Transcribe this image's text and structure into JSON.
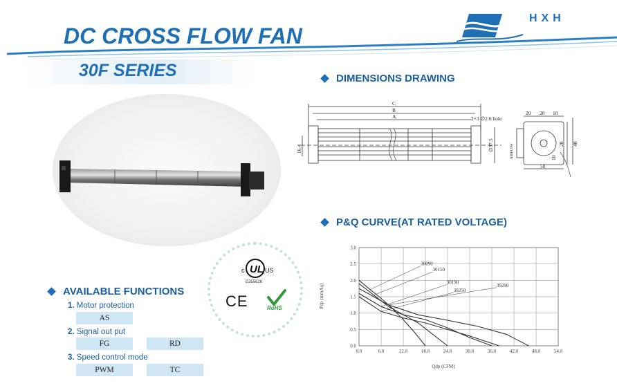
{
  "header": {
    "title": "DC CROSS FLOW FAN",
    "series": "30F SERIES",
    "brand": "HXH"
  },
  "sections": {
    "dimensions": "DIMENSIONS DRAWING",
    "curve": "P&Q  CURVE(AT RATED VOLTAGE)",
    "functions": "AVAILABLE FUNCTIONS"
  },
  "functions": [
    {
      "num": "1.",
      "label": "Motor protection",
      "options": [
        "AS"
      ]
    },
    {
      "num": "2.",
      "label": "Signal out put",
      "options": [
        "FG",
        "RD"
      ]
    },
    {
      "num": "3.",
      "label": "Speed control mode",
      "options": [
        "PWM",
        "TC"
      ]
    }
  ],
  "certs": {
    "ul_c": "c",
    "ul_us": "US",
    "ul_file": "E355626",
    "ce": "CE",
    "rohs": "RoHS"
  },
  "drawing": {
    "dim_c": "C",
    "dim_b": "B",
    "dim_a": "A",
    "hole_note": "2×3 ∅2.6 hole",
    "dia": "∅37.5",
    "left_h": "16.4",
    "airflow": "AIRFLOW",
    "side_top": [
      "20",
      "20",
      "10"
    ],
    "side_right": [
      "28",
      "48"
    ],
    "side_inner": "10",
    "side_bottom": "50"
  },
  "chart_data": {
    "type": "line",
    "xlabel": "Qdp (CFM)",
    "ylabel": "Pdp (mmAq)",
    "xlim": [
      0,
      54
    ],
    "ylim": [
      0,
      3.0
    ],
    "x_ticks": [
      "0.0",
      "6.0",
      "12.0",
      "18.0",
      "24.0",
      "30.0",
      "36.0",
      "42.0",
      "48.0",
      "54.0"
    ],
    "y_ticks": [
      "0.0",
      "0.5",
      "1.0",
      "1.5",
      "2.0",
      "2.5",
      "3.0"
    ],
    "grid": true,
    "series": [
      {
        "name": "30090",
        "x": [
          0,
          3,
          6,
          9,
          12,
          15,
          18
        ],
        "y": [
          2.0,
          1.72,
          1.45,
          1.15,
          0.8,
          0.42,
          0.0
        ]
      },
      {
        "name": "30150",
        "x": [
          0,
          4,
          8,
          12,
          16,
          20,
          24
        ],
        "y": [
          1.9,
          1.55,
          1.2,
          0.95,
          0.7,
          0.35,
          0.0
        ]
      },
      {
        "name": "30190",
        "x": [
          0,
          6,
          12,
          18,
          24,
          30,
          36
        ],
        "y": [
          1.6,
          1.2,
          0.95,
          0.8,
          0.55,
          0.25,
          0.0
        ]
      },
      {
        "name": "30250",
        "x": [
          0,
          6,
          12,
          18,
          24,
          30,
          38
        ],
        "y": [
          1.5,
          1.05,
          0.85,
          0.7,
          0.5,
          0.3,
          0.0
        ]
      },
      {
        "name": "30290",
        "x": [
          0,
          8,
          16,
          24,
          32,
          40,
          46
        ],
        "y": [
          1.75,
          1.25,
          0.95,
          0.78,
          0.6,
          0.35,
          0.0
        ]
      }
    ]
  }
}
